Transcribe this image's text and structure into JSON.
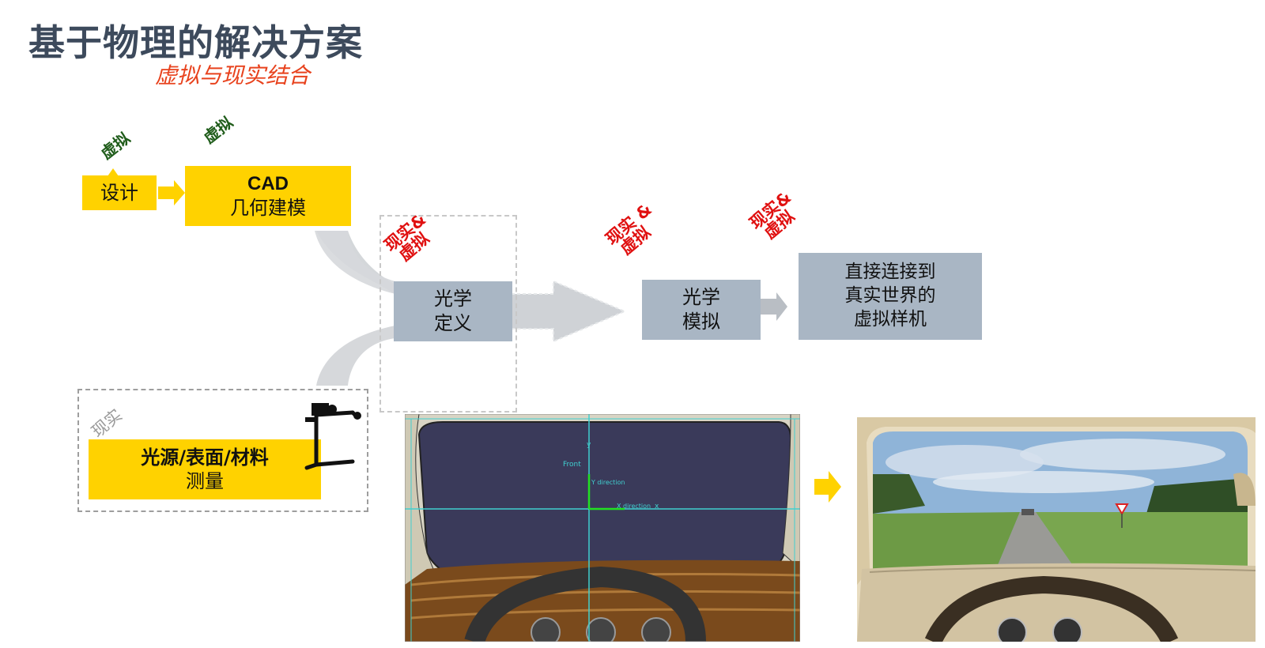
{
  "header": {
    "title": "基于物理的解决方案",
    "subtitle": "虚拟与现实结合"
  },
  "boxes": {
    "design": "设计",
    "cad_line1": "CAD",
    "cad_line2": "几何建模",
    "optical_def_line1": "光学",
    "optical_def_line2": "定义",
    "optical_sim_line1": "光学",
    "optical_sim_line2": "模拟",
    "prototype_line1": "直接连接到",
    "prototype_line2": "真实世界的",
    "prototype_line3": "虚拟样机",
    "measure_line1": "光源/表面/材料",
    "measure_line2": "测量"
  },
  "tags": {
    "virtual_1": "虚拟",
    "virtual_2": "虚拟",
    "real_virtual_1_a": "现实&",
    "real_virtual_1_b": "虚拟",
    "real_virtual_2_a": "现实 &",
    "real_virtual_2_b": "虚拟",
    "real_virtual_3_a": "现实&",
    "real_virtual_3_b": "虚拟",
    "real": "现实"
  },
  "cad_view": {
    "label_front": "Front",
    "label_y": "y",
    "label_ydir": "Y direction",
    "label_xdir": "X direction",
    "label_x": "x"
  },
  "colors": {
    "yellow": "#ffd200",
    "gray_box": "#a9b6c4",
    "title": "#3d4a5c",
    "subtitle": "#e8421d",
    "red_tag": "#e01010",
    "green_tag": "#1f5c1a"
  }
}
